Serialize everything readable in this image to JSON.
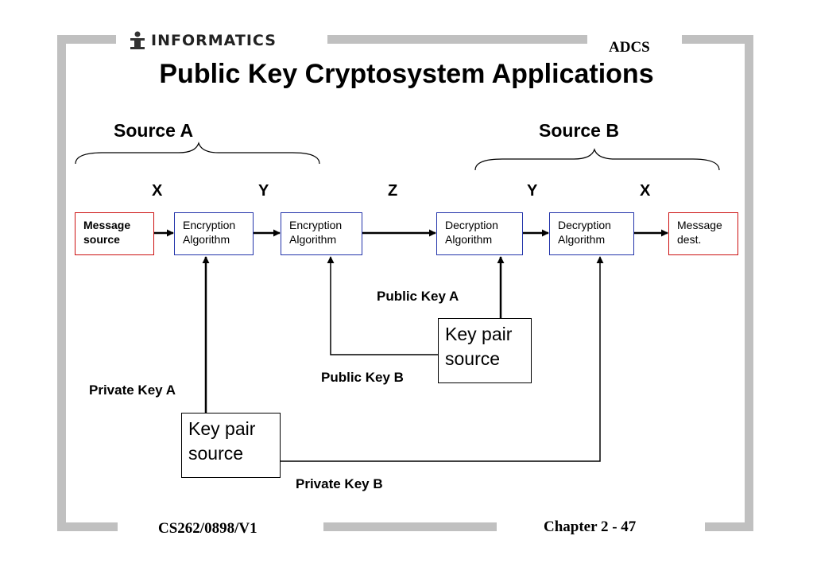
{
  "header": {
    "logo_text": "INFORMATICS",
    "course_tag": "ADCS",
    "title": "Public Key Cryptosystem Applications"
  },
  "diagram": {
    "source_a_label": "Source A",
    "source_b_label": "Source B",
    "variables": [
      "X",
      "Y",
      "Z",
      "Y",
      "X"
    ],
    "nodes": {
      "message_source": [
        "Message",
        "source"
      ],
      "encryption_1": [
        "Encryption",
        "Algorithm"
      ],
      "encryption_2": [
        "Encryption",
        "Algorithm"
      ],
      "decryption_1": [
        "Decryption",
        "Algorithm"
      ],
      "decryption_2": [
        "Decryption",
        "Algorithm"
      ],
      "message_dest": [
        "Message",
        "dest."
      ],
      "key_pair_b": [
        "Key pair",
        "source"
      ],
      "key_pair_a": [
        "Key pair",
        "source"
      ]
    },
    "key_labels": {
      "public_key_a": "Public Key A",
      "public_key_b": "Public Key B",
      "private_key_a": "Private Key A",
      "private_key_b": "Private Key B"
    }
  },
  "footer": {
    "left": "CS262/0898/V1",
    "right": "Chapter 2 - 47"
  },
  "colors": {
    "frame": "#c0c0c0",
    "algorithm_border": "#2233aa",
    "endpoint_border": "#cc1111"
  }
}
